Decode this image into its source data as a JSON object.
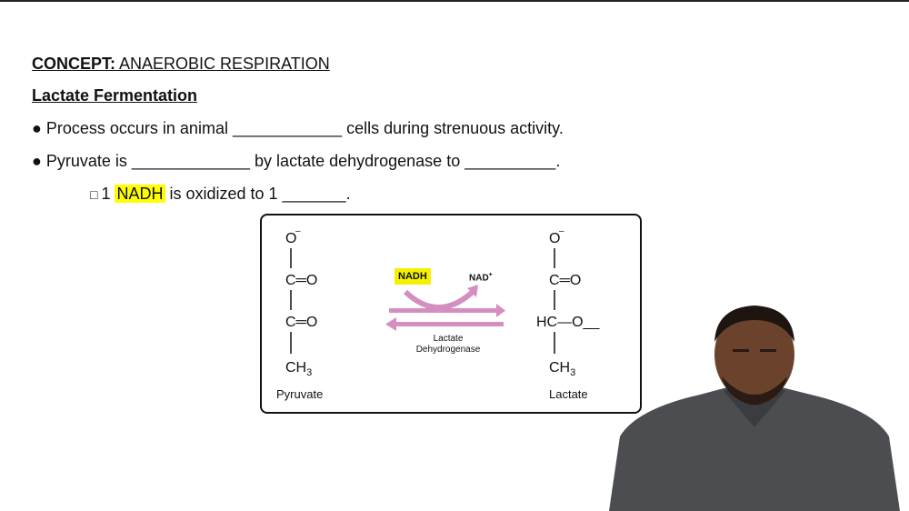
{
  "heading": {
    "bold": "CONCEPT:",
    "rest": " ANAEROBIC RESPIRATION"
  },
  "subheading": "Lactate Fermentation",
  "bullets": [
    {
      "a": "● Process occurs in animal ____________ cells during strenuous activity."
    },
    {
      "a": "● Pyruvate is _____________ by lactate dehydrogenase to __________."
    }
  ],
  "subbullet": {
    "marker": "□",
    "pre": "1 ",
    "highlight": "NADH",
    "post": " is oxidized to 1 _______."
  },
  "diagram": {
    "pyruvate": {
      "o_minus": "O",
      "row1": "C═O",
      "row2": "C═O",
      "ch3": "CH",
      "sub": "3",
      "label": "Pyruvate"
    },
    "lactate": {
      "o_minus": "O",
      "row1": "C═O",
      "row2": "HC—O__",
      "ch3": "CH",
      "sub": "3",
      "label": "Lactate"
    },
    "nadh": "NADH",
    "nad_plus": "NAD",
    "enzyme_line1": "Lactate",
    "enzyme_line2": "Dehydrogenase"
  },
  "colors": {
    "arrow": "#d58ec0",
    "highlight": "#ffff00"
  }
}
